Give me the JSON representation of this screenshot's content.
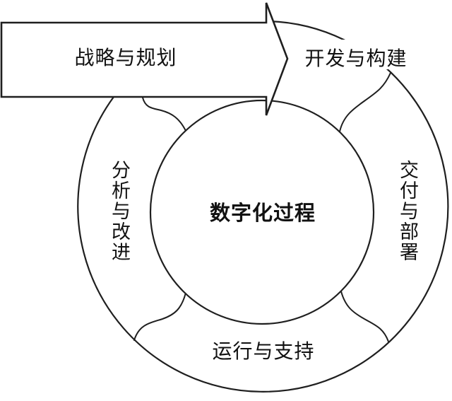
{
  "diagram": {
    "center_label": "数字化过程",
    "arrow_label": "战略与规划",
    "segments": {
      "top_right": "开发与构建",
      "right": "交付与部署",
      "bottom": "运行与支持",
      "left": "分析与改进"
    },
    "colors": {
      "line": "#1f1f1f",
      "text": "#111111",
      "background": "#ffffff"
    }
  }
}
